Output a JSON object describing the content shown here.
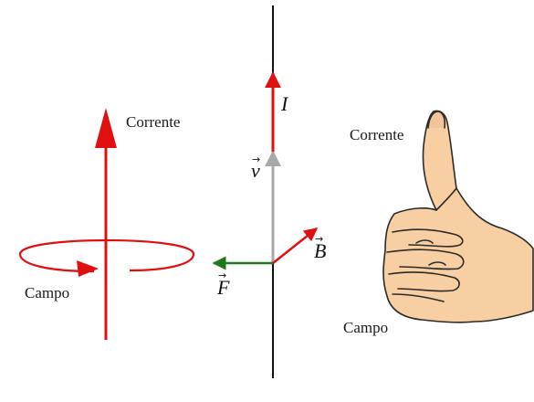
{
  "left_diagram": {
    "current_label": "Corrente",
    "field_label": "Campo"
  },
  "center_diagram": {
    "current_symbol": "I",
    "velocity_symbol": "v",
    "field_symbol": "B",
    "force_symbol": "F",
    "vector_arrow": "→"
  },
  "hand_diagram": {
    "current_label": "Corrente",
    "field_label": "Campo"
  },
  "colors": {
    "current": "#e01010",
    "velocity": "#a8a8a8",
    "force": "#1c7a1c",
    "field": "#e01010",
    "wire": "#111111",
    "skin": "#f7cfa2",
    "skin_outline": "#2a2a2a"
  },
  "icons": {
    "hand": "right-hand-thumb-up-icon"
  }
}
